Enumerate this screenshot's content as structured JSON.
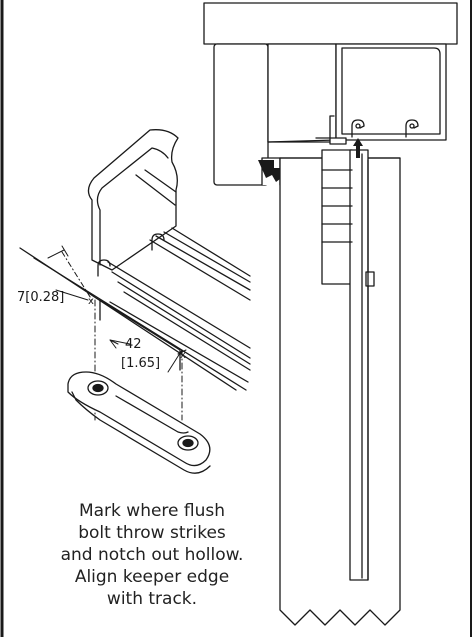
{
  "dimensions": {
    "offset": "7[0.28]",
    "width_mm": "42",
    "width_in": "[1.65]"
  },
  "caption": {
    "lines": [
      "Mark where flush",
      "bolt throw strikes",
      "and notch out hollow.",
      "Align keeper edge",
      "with track."
    ]
  }
}
